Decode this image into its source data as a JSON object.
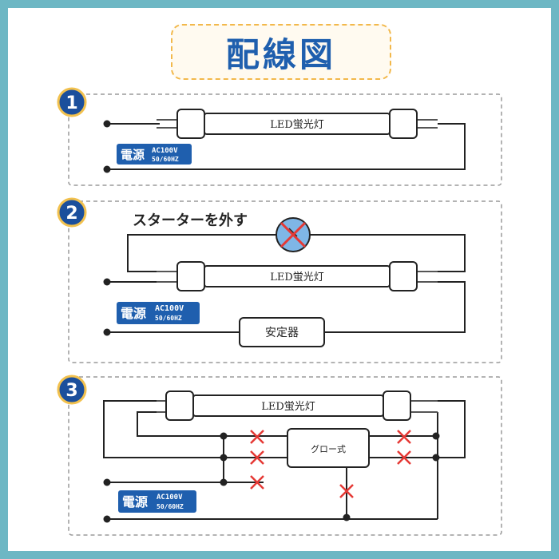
{
  "title": "配線図",
  "sections": [
    {
      "number": "1",
      "lamp_label": "LED蛍光灯",
      "power_label": "電源",
      "power_spec_1": "AC100V",
      "power_spec_2": "50/60HZ"
    },
    {
      "number": "2",
      "lamp_label": "LED蛍光灯",
      "power_label": "電源",
      "power_spec_1": "AC100V",
      "power_spec_2": "50/60HZ",
      "starter_note": "スターターを外す",
      "ballast_label": "安定器"
    },
    {
      "number": "3",
      "lamp_label": "LED蛍光灯",
      "power_label": "電源",
      "power_spec_1": "AC100V",
      "power_spec_2": "50/60HZ",
      "glow_label": "グロー式"
    }
  ],
  "colors": {
    "accent_blue": "#1f5fae",
    "number_circle": "#1b4f9c",
    "number_ring": "#f2c14e",
    "cross_red": "#e53935",
    "starter_fill": "#7fb6e6",
    "background": "#6db7c4"
  }
}
